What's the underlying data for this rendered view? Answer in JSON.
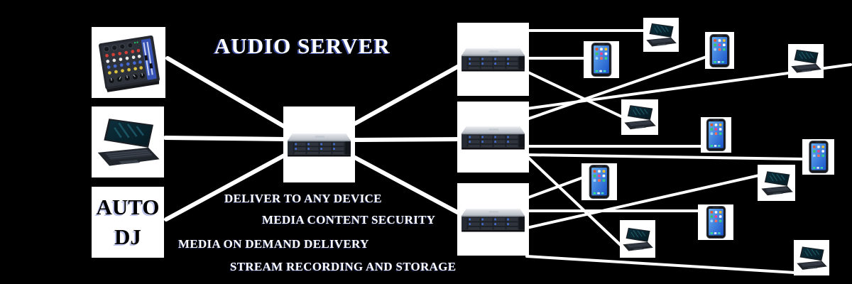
{
  "title": "AUDIO SERVER",
  "auto_dj": {
    "line1": "AUTO",
    "line2": "DJ"
  },
  "features": [
    "DELIVER TO ANY DEVICE",
    "MEDIA CONTENT SECURITY",
    "MEDIA ON DEMAND DELIVERY",
    "STREAM RECORDING AND STORAGE"
  ],
  "nodes": {
    "sources": [
      {
        "id": "audio-mixer",
        "type": "mixing-console"
      },
      {
        "id": "source-laptop",
        "type": "laptop"
      },
      {
        "id": "auto-dj",
        "type": "text-node",
        "label": "AUTO DJ"
      }
    ],
    "center_server": {
      "id": "audio-server",
      "type": "rack-server"
    },
    "stream_servers": [
      {
        "id": "stream-server-1",
        "type": "rack-server"
      },
      {
        "id": "stream-server-2",
        "type": "rack-server"
      },
      {
        "id": "stream-server-3",
        "type": "rack-server"
      }
    ],
    "devices": [
      {
        "id": "phone-a",
        "type": "smartphone"
      },
      {
        "id": "laptop-a",
        "type": "laptop"
      },
      {
        "id": "phone-b",
        "type": "smartphone"
      },
      {
        "id": "laptop-b",
        "type": "laptop"
      },
      {
        "id": "laptop-c",
        "type": "laptop"
      },
      {
        "id": "phone-c",
        "type": "smartphone"
      },
      {
        "id": "phone-d",
        "type": "smartphone"
      },
      {
        "id": "laptop-d",
        "type": "laptop"
      },
      {
        "id": "phone-e",
        "type": "smartphone"
      },
      {
        "id": "phone-f",
        "type": "smartphone"
      },
      {
        "id": "laptop-e",
        "type": "laptop"
      },
      {
        "id": "laptop-f",
        "type": "laptop"
      }
    ]
  },
  "connections": [
    [
      "audio-mixer",
      "audio-server"
    ],
    [
      "source-laptop",
      "audio-server"
    ],
    [
      "auto-dj",
      "audio-server"
    ],
    [
      "audio-server",
      "stream-server-1"
    ],
    [
      "audio-server",
      "stream-server-2"
    ],
    [
      "audio-server",
      "stream-server-3"
    ],
    [
      "stream-server-1",
      "laptop-a"
    ],
    [
      "stream-server-1",
      "phone-a"
    ],
    [
      "stream-server-1",
      "laptop-c"
    ],
    [
      "stream-server-2",
      "phone-b"
    ],
    [
      "stream-server-2",
      "laptop-b"
    ],
    [
      "stream-server-2",
      "phone-c"
    ],
    [
      "stream-server-2",
      "phone-d"
    ],
    [
      "stream-server-2",
      "laptop-e"
    ],
    [
      "stream-server-3",
      "phone-e"
    ],
    [
      "stream-server-3",
      "phone-f"
    ],
    [
      "stream-server-3",
      "laptop-d"
    ],
    [
      "stream-server-3",
      "laptop-f"
    ]
  ],
  "colors": {
    "background": "#000000",
    "connection_line": "#ffffff",
    "node_box": "#ffffff",
    "title_text": "#ffffff",
    "title_fringe": "#465fd2",
    "auto_dj_text": "#000000"
  }
}
